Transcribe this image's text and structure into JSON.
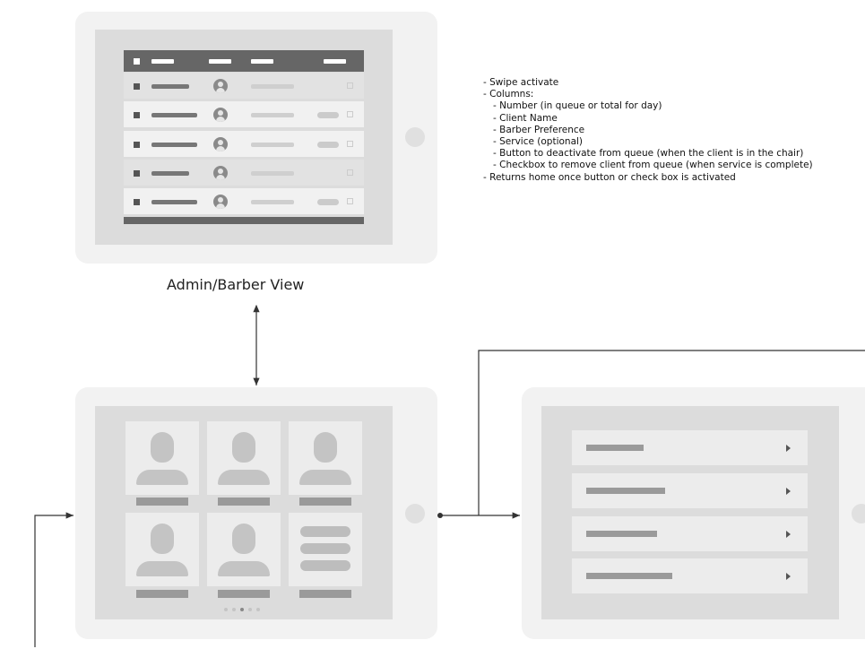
{
  "caption": "Admin/Barber View",
  "notes": {
    "lines": [
      "- Swipe activate",
      "- Columns:"
    ],
    "sub_items": [
      "- Number (in queue or total for day)",
      "- Client Name",
      "- Barber Preference",
      "- Service (optional)",
      "- Button to deactivate from queue (when the client is in the chair)",
      "- Checkbox to remove client from queue (when service is complete)"
    ],
    "footer": "- Returns home once button or check box is activated"
  },
  "icons": [
    "avatar-icon",
    "person-silhouette-icon",
    "menu-lines-icon",
    "play-arrow-icon"
  ],
  "colors": {
    "tablet": "#f2f2f2",
    "screen": "#dcdcdc",
    "header": "#666666",
    "arrow": "#333333"
  }
}
